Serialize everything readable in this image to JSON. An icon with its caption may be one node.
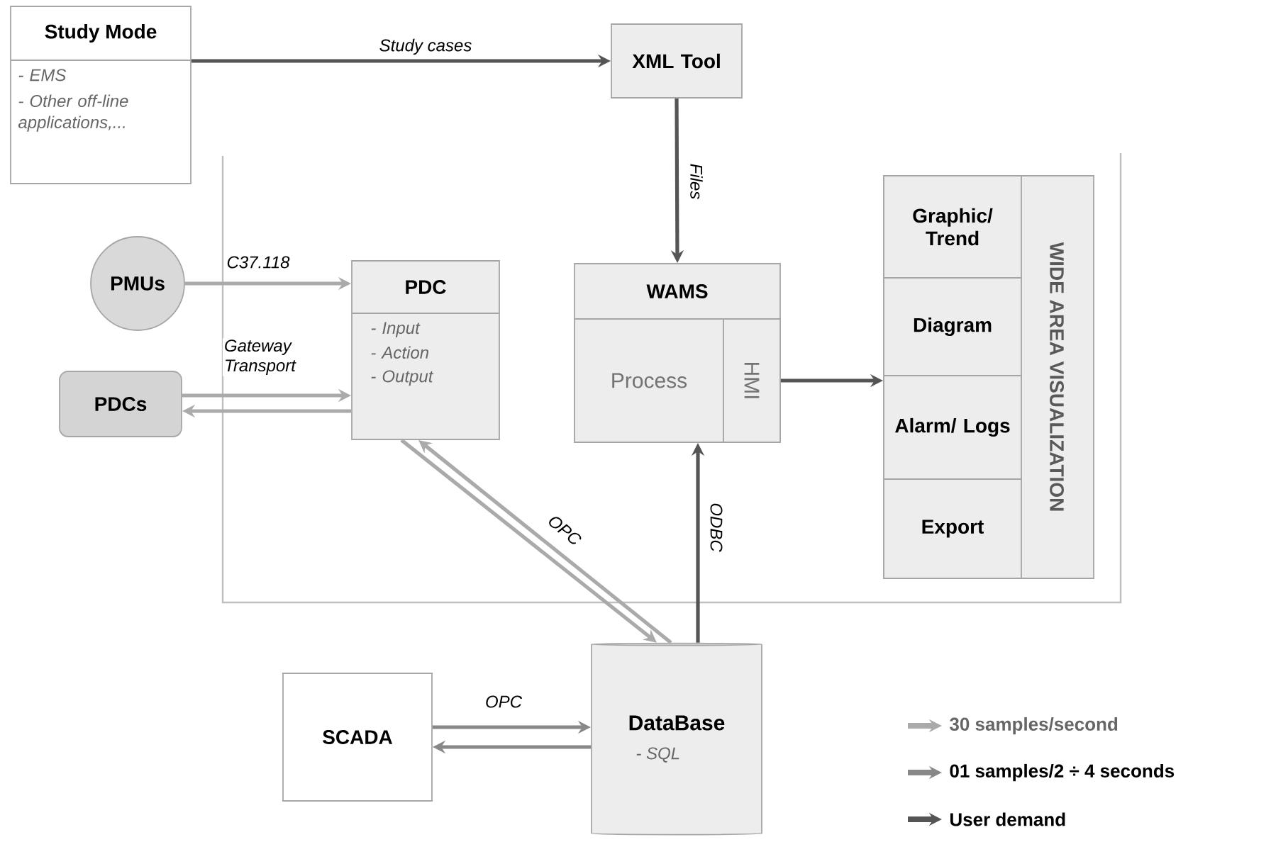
{
  "diagram": {
    "nodes": [
      {
        "text": [
          "Study Mode",
          "- EMS",
          "- Other off-line applications,..."
        ]
      },
      {
        "text": [
          "XML Tool"
        ]
      },
      {
        "text": [
          "PMUs"
        ]
      },
      {
        "text": [
          "PDC",
          "- Input",
          "- Action",
          "- Output"
        ]
      },
      {
        "text": [
          "PDCs"
        ]
      },
      {
        "text": [
          "WAMS"
        ]
      },
      {
        "text": [
          "Process"
        ],
        "in": 5
      },
      {
        "text": [
          "HMI"
        ],
        "in": 5
      },
      {
        "text": [
          "WIDE AREA VISUALIZATION"
        ]
      },
      {
        "text": [
          "Graphic/ Trend"
        ],
        "in": 8
      },
      {
        "text": [
          "Diagram"
        ],
        "in": 8
      },
      {
        "text": [
          "Alarm/ Logs"
        ],
        "in": 8
      },
      {
        "text": [
          "Export"
        ],
        "in": 8
      },
      {
        "text": [
          "DataBase",
          "- SQL"
        ]
      },
      {
        "text": [
          "SCADA"
        ]
      }
    ],
    "edges": [
      {
        "from": 0,
        "to": 1,
        "arrow": "to",
        "label": "Study cases",
        "color": "#555555"
      },
      {
        "from": 1,
        "to": 5,
        "arrow": "to",
        "label": "Files",
        "color": "#555555"
      },
      {
        "from": 2,
        "to": 3,
        "arrow": "to",
        "label": "C37.118"
      },
      {
        "from": 4,
        "to": 3,
        "arrow": "to",
        "label": "Gateway Transport"
      },
      {
        "from": 3,
        "to": 4,
        "arrow": "to"
      },
      {
        "from": 3,
        "to": 13,
        "arrow": "to",
        "label": "OPC"
      },
      {
        "from": 13,
        "to": 3,
        "arrow": "to"
      },
      {
        "from": 13,
        "to": 5,
        "arrow": "to",
        "label": "ODBC",
        "color": "#555555"
      },
      {
        "from": 7,
        "to": 8,
        "arrow": "to",
        "color": "#555555"
      },
      {
        "from": 14,
        "to": 13,
        "arrow": "to",
        "label": "OPC",
        "color": "#888888"
      },
      {
        "from": 13,
        "to": 14,
        "arrow": "to",
        "color": "#888888"
      }
    ],
    "legend": [
      {
        "text": "30 samples/second",
        "color": "#aaaaaa"
      },
      {
        "text": "01 samples/2 ÷ 4 seconds",
        "color": "#888888"
      },
      {
        "text": "User demand",
        "color": "#555555"
      }
    ]
  }
}
